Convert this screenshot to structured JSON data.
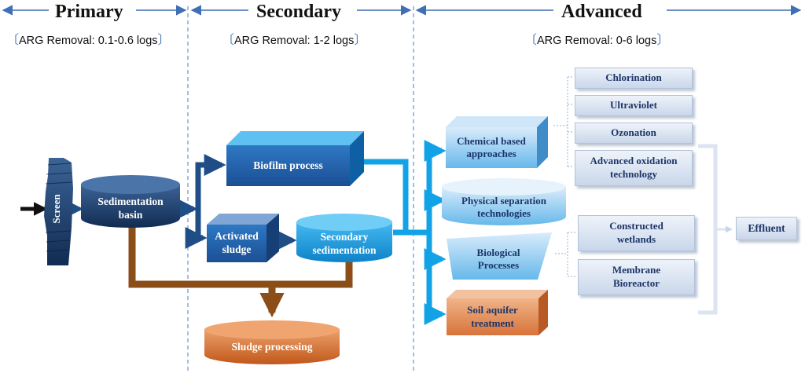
{
  "stages": {
    "primary": {
      "title": "Primary",
      "removal": "ARG Removal:  0.1-0.6 logs"
    },
    "secondary": {
      "title": "Secondary",
      "removal": "ARG Removal:  1-2 logs"
    },
    "advanced": {
      "title": "Advanced",
      "removal": "ARG Removal:  0-6 logs"
    }
  },
  "primary_units": {
    "screen": "Screen",
    "sedimentation_basin": [
      "Sedimentation",
      "basin"
    ]
  },
  "secondary_units": {
    "biofilm": "Biofilm process",
    "activated_sludge": [
      "Activated",
      "sludge"
    ],
    "secondary_sedimentation": [
      "Secondary",
      "sedimentation"
    ],
    "sludge_processing": "Sludge processing"
  },
  "advanced_units": {
    "chemical": [
      "Chemical based",
      "approaches"
    ],
    "physical": [
      "Physical separation",
      "technologies"
    ],
    "biological": [
      "Biological",
      "Processes"
    ],
    "soil": [
      "Soil aquifer",
      "treatment"
    ]
  },
  "chemical_options": {
    "chlorination": "Chlorination",
    "ultraviolet": "Ultraviolet",
    "ozonation": "Ozonation",
    "aop": [
      "Advanced oxidation",
      "technology"
    ]
  },
  "biological_options": {
    "wetlands": [
      "Constructed",
      "wetlands"
    ],
    "mbr": [
      "Membrane",
      "Bioreactor"
    ]
  },
  "effluent": "Effluent",
  "colors": {
    "navy": "#173a66",
    "blue": "#2c67b0",
    "cyan": "#12a3e6",
    "brown": "#8b4e18",
    "orange": "#d2691e",
    "divider": "#4a7fc0"
  }
}
